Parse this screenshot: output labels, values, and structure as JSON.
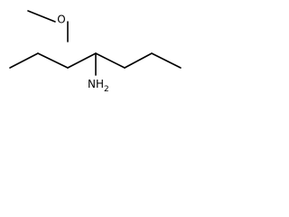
{
  "molecule": {
    "labels": {
      "oxygen": "O",
      "amine_n": "N",
      "amine_h": "H",
      "amine_subscript": "2"
    }
  },
  "colors": {
    "background": "#ffffff",
    "bond": "#000000",
    "text": "#000000"
  }
}
